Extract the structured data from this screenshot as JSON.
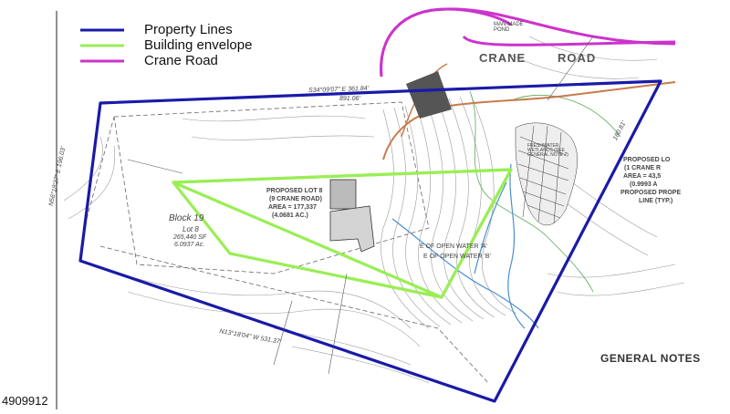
{
  "legend": {
    "items": [
      {
        "label": "Property Lines",
        "color": "#1a1aa8"
      },
      {
        "label": "Building envelope",
        "color": "#99ee55"
      },
      {
        "label": "Crane Road",
        "color": "#cc33cc"
      }
    ]
  },
  "map": {
    "road_name_1": "CRANE",
    "road_name_2": "ROAD",
    "pond_label": "MAN-MADE\nPOND",
    "lot_title": "PROPOSED LOT 8",
    "lot_address": "(9 CRANE ROAD)",
    "lot_area": "AREA = 177,337",
    "lot_acres": "(4.0681 AC.)",
    "block": "Block 19",
    "lot": "Lot 8",
    "lot_sf": "265,440 SF",
    "lot_ac": "6.0937 Ac.",
    "open_water_a": "E OF OPEN WATER 'A'",
    "open_water_b": "E OF OPEN WATER 'B'",
    "bearing_top": "S34°09'07\" E  361.84'",
    "bearing_top_2": "891.06'",
    "bearing_left": "N56°18'27\" E 196.03'",
    "bearing_bottom": "N13°18'04\" W  531.37'",
    "bearing_right": "180.81'",
    "right_lot": "PROPOSED LO",
    "right_lot_2": "(1 CRANE R",
    "right_lot_3": "AREA = 43,5",
    "right_lot_4": "(0.9993 A",
    "right_prop": "PROPOSED PROPE",
    "right_prop_2": "LINE (TYP.)",
    "freshwater": "FRESHWATER WETLANDS (SEE GENERAL NOTE 2)",
    "notes_title": "GENERAL NOTES",
    "mls_number": "4909912"
  }
}
